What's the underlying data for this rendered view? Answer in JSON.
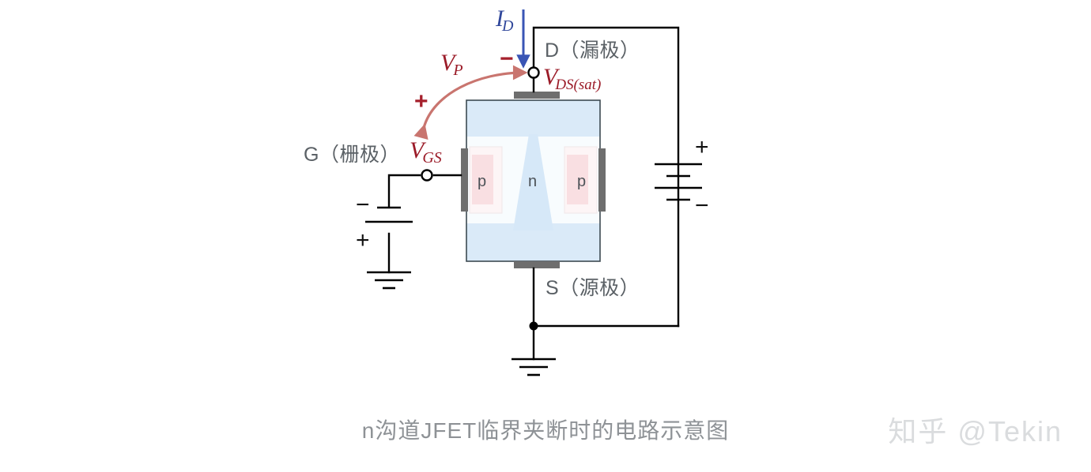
{
  "figure": {
    "caption": "n沟道JFET临界夹断时的电路示意图",
    "watermark": "知乎 @Tekin",
    "type": "n-channel JFET circuit schematic at pinch-off"
  },
  "terminals": {
    "drain_label": "D（漏极）",
    "gate_label": "G（栅极）",
    "source_label": "S（源极）"
  },
  "quantities": {
    "drain_current": {
      "symbol": "I",
      "subscript": "D"
    },
    "pinch_off_voltage": {
      "symbol": "V",
      "subscript": "P"
    },
    "gate_source_voltage": {
      "symbol": "V",
      "subscript": "GS"
    },
    "drain_source_sat_voltage": {
      "symbol": "V",
      "subscript": "DS(sat)"
    }
  },
  "polarity": {
    "vp_minus": "−",
    "vgs_plus": "+",
    "gate_battery_minus": "−",
    "gate_battery_plus": "+",
    "drain_battery_plus": "+",
    "drain_battery_minus": "−"
  },
  "device": {
    "left_gate_region": "p",
    "right_gate_region": "p",
    "channel_region": "n"
  },
  "colors": {
    "wire": "#000000",
    "body_fill": "#daeaf8",
    "body_light": "#f8fcfe",
    "body_border": "#3d4a52",
    "p_region": "#f9dfe2",
    "contact_gray": "#6e6e6e",
    "red_label": "#9b1b28",
    "red_arrow": "#c9756f",
    "blue_label": "#30479b",
    "text_gray": "#5b6166",
    "caption_gray": "#8e9296",
    "watermark_gray": "#dadcde"
  }
}
